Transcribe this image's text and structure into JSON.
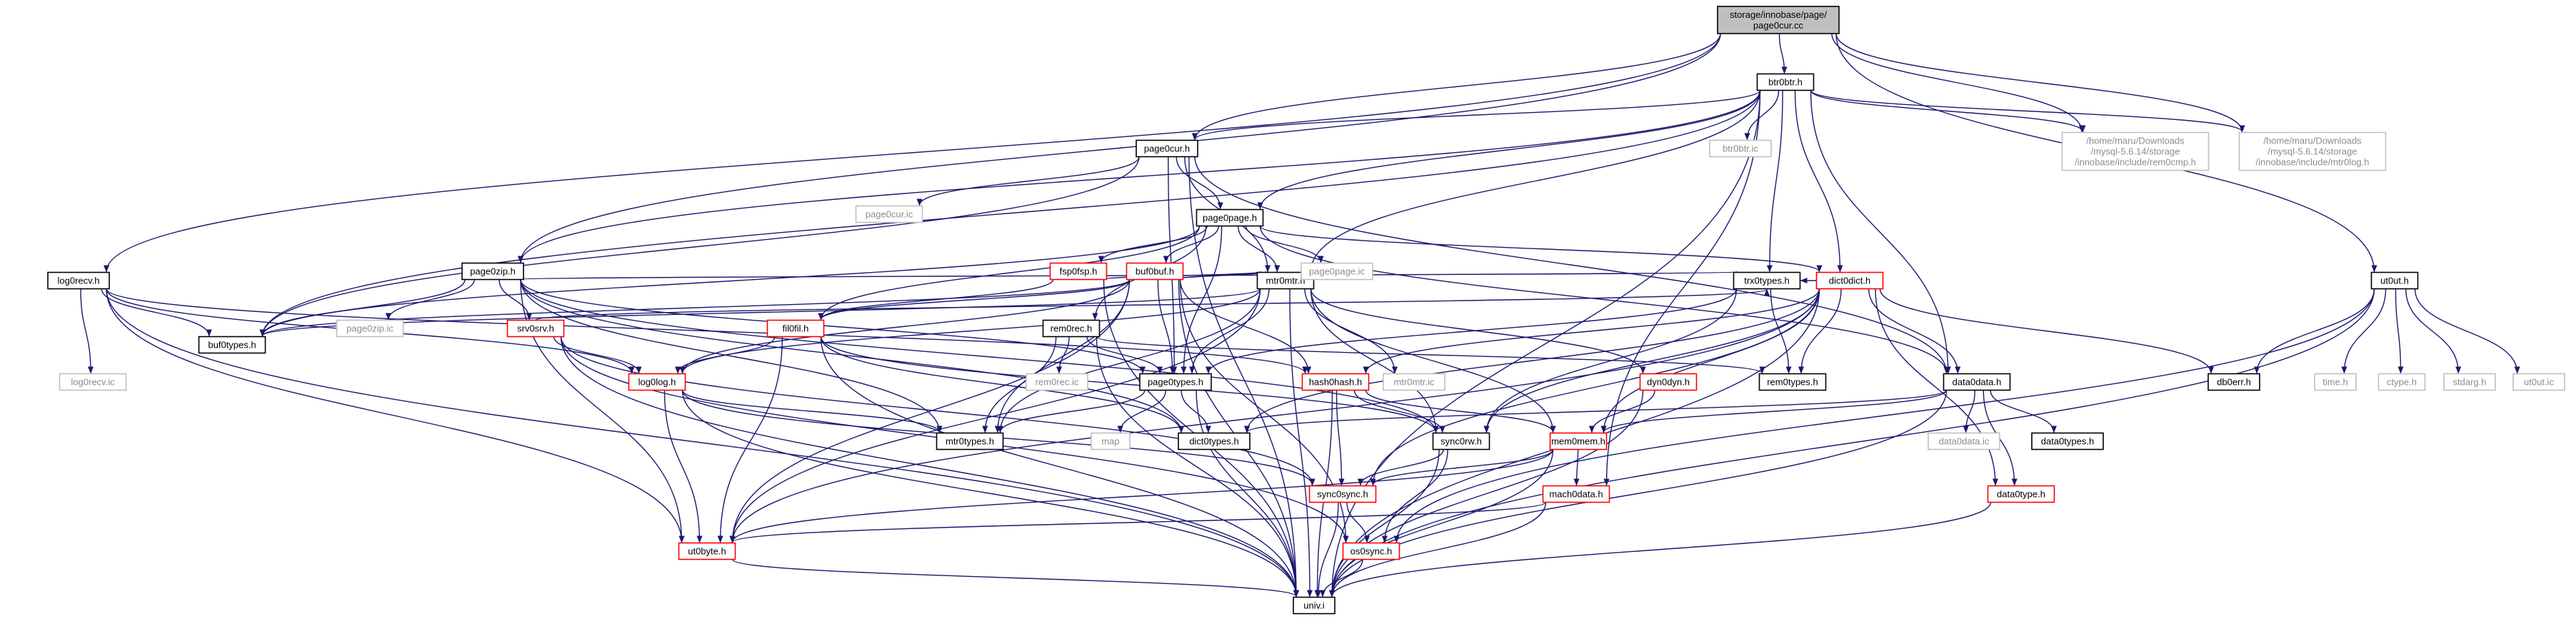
{
  "diagram": {
    "colors": {
      "edge": "#191970",
      "normal_border": "#000000",
      "missing_border": "#ff0000",
      "external_border": "#bfbfbf",
      "highlight_fill": "#bfbfbf",
      "normal_text": "#000000",
      "external_text": "#8c8c8c"
    },
    "nodes": [
      {
        "id": "root",
        "kind": "highlight",
        "lines": [
          "storage/innobase/page/",
          "page0cur.cc"
        ]
      },
      {
        "id": "btr0btr_h",
        "kind": "normal",
        "lines": [
          "btr0btr.h"
        ]
      },
      {
        "id": "page0cur_h",
        "kind": "normal",
        "lines": [
          "page0cur.h"
        ]
      },
      {
        "id": "page0page_h",
        "kind": "normal",
        "lines": [
          "page0page.h"
        ]
      },
      {
        "id": "page0zip_h",
        "kind": "normal",
        "lines": [
          "page0zip.h"
        ]
      },
      {
        "id": "log0recv_h",
        "kind": "normal",
        "lines": [
          "log0recv.h"
        ]
      },
      {
        "id": "ut0ut_h",
        "kind": "normal",
        "lines": [
          "ut0ut.h"
        ]
      },
      {
        "id": "mtr0mtr_h",
        "kind": "normal",
        "lines": [
          "mtr0mtr.h"
        ]
      },
      {
        "id": "trx0types_h",
        "kind": "normal",
        "lines": [
          "trx0types.h"
        ]
      },
      {
        "id": "dict0dict_h",
        "kind": "missing",
        "lines": [
          "dict0dict.h"
        ]
      },
      {
        "id": "fsp0fsp_h",
        "kind": "missing",
        "lines": [
          "fsp0fsp.h"
        ]
      },
      {
        "id": "buf0buf_h",
        "kind": "missing",
        "lines": [
          "buf0buf.h"
        ]
      },
      {
        "id": "srv0srv_h",
        "kind": "missing",
        "lines": [
          "srv0srv.h"
        ]
      },
      {
        "id": "fil0fil_h",
        "kind": "missing",
        "lines": [
          "fil0fil.h"
        ]
      },
      {
        "id": "rem0rec_h",
        "kind": "normal",
        "lines": [
          "rem0rec.h"
        ]
      },
      {
        "id": "buf0types_h",
        "kind": "normal",
        "lines": [
          "buf0types.h"
        ]
      },
      {
        "id": "log0log_h",
        "kind": "missing",
        "lines": [
          "log0log.h"
        ]
      },
      {
        "id": "page0types_h",
        "kind": "normal",
        "lines": [
          "page0types.h"
        ]
      },
      {
        "id": "hash0hash_h",
        "kind": "missing",
        "lines": [
          "hash0hash.h"
        ]
      },
      {
        "id": "dyn0dyn_h",
        "kind": "missing",
        "lines": [
          "dyn0dyn.h"
        ]
      },
      {
        "id": "rem0types_h",
        "kind": "normal",
        "lines": [
          "rem0types.h"
        ]
      },
      {
        "id": "data0data_h",
        "kind": "normal",
        "lines": [
          "data0data.h"
        ]
      },
      {
        "id": "db0err_h",
        "kind": "normal",
        "lines": [
          "db0err.h"
        ]
      },
      {
        "id": "mtr0types_h",
        "kind": "normal",
        "lines": [
          "mtr0types.h"
        ]
      },
      {
        "id": "dict0types_h",
        "kind": "normal",
        "lines": [
          "dict0types.h"
        ]
      },
      {
        "id": "sync0rw_h",
        "kind": "normal",
        "lines": [
          "sync0rw.h"
        ]
      },
      {
        "id": "mem0mem_h",
        "kind": "missing",
        "lines": [
          "mem0mem.h"
        ]
      },
      {
        "id": "data0types_h",
        "kind": "normal",
        "lines": [
          "data0types.h"
        ]
      },
      {
        "id": "data0type_h",
        "kind": "missing",
        "lines": [
          "data0type.h"
        ]
      },
      {
        "id": "mach0data_h",
        "kind": "missing",
        "lines": [
          "mach0data.h"
        ]
      },
      {
        "id": "sync0sync_h",
        "kind": "missing",
        "lines": [
          "sync0sync.h"
        ]
      },
      {
        "id": "ut0byte_h",
        "kind": "missing",
        "lines": [
          "ut0byte.h"
        ]
      },
      {
        "id": "os0sync_h",
        "kind": "missing",
        "lines": [
          "os0sync.h"
        ]
      },
      {
        "id": "univ_i",
        "kind": "normal",
        "lines": [
          "univ.i"
        ]
      },
      {
        "id": "page0cur_ic",
        "kind": "external",
        "lines": [
          "page0cur.ic"
        ]
      },
      {
        "id": "btr0btr_ic",
        "kind": "external",
        "lines": [
          "btr0btr.ic"
        ]
      },
      {
        "id": "rem0cmp_h",
        "kind": "external",
        "lines": [
          "/home/maru/Downloads",
          "/mysql-5.6.14/storage",
          "/innobase/include/rem0cmp.h"
        ]
      },
      {
        "id": "mtr0log_h",
        "kind": "external",
        "lines": [
          "/home/maru/Downloads",
          "/mysql-5.6.14/storage",
          "/innobase/include/mtr0log.h"
        ]
      },
      {
        "id": "page0page_ic",
        "kind": "external",
        "lines": [
          "page0page.ic"
        ]
      },
      {
        "id": "page0zip_ic",
        "kind": "external",
        "lines": [
          "page0zip.ic"
        ]
      },
      {
        "id": "log0recv_ic",
        "kind": "external",
        "lines": [
          "log0recv.ic"
        ]
      },
      {
        "id": "rem0rec_ic",
        "kind": "external",
        "lines": [
          "rem0rec.ic"
        ]
      },
      {
        "id": "mtr0mtr_ic",
        "kind": "external",
        "lines": [
          "mtr0mtr.ic"
        ]
      },
      {
        "id": "map",
        "kind": "external",
        "lines": [
          "map"
        ]
      },
      {
        "id": "data0data_ic",
        "kind": "external",
        "lines": [
          "data0data.ic"
        ]
      },
      {
        "id": "time_h",
        "kind": "external",
        "lines": [
          "time.h"
        ]
      },
      {
        "id": "ctype_h",
        "kind": "external",
        "lines": [
          "ctype.h"
        ]
      },
      {
        "id": "stdarg_h",
        "kind": "external",
        "lines": [
          "stdarg.h"
        ]
      },
      {
        "id": "ut0ut_ic",
        "kind": "external",
        "lines": [
          "ut0ut.ic"
        ]
      }
    ],
    "edges": [
      [
        "root",
        "btr0btr_h"
      ],
      [
        "root",
        "page0cur_h"
      ],
      [
        "root",
        "page0zip_h"
      ],
      [
        "root",
        "log0recv_h"
      ],
      [
        "root",
        "ut0ut_h"
      ],
      [
        "root",
        "rem0cmp_h"
      ],
      [
        "root",
        "mtr0log_h"
      ],
      [
        "btr0btr_h",
        "page0cur_h"
      ],
      [
        "btr0btr_h",
        "page0page_h"
      ],
      [
        "btr0btr_h",
        "page0zip_h"
      ],
      [
        "btr0btr_h",
        "mtr0mtr_h"
      ],
      [
        "btr0btr_h",
        "btr0btr_ic"
      ],
      [
        "btr0btr_h",
        "rem0cmp_h"
      ],
      [
        "btr0btr_h",
        "mtr0log_h"
      ],
      [
        "btr0btr_h",
        "trx0types_h"
      ],
      [
        "btr0btr_h",
        "dict0dict_h"
      ],
      [
        "btr0btr_h",
        "data0data_h"
      ],
      [
        "btr0btr_h",
        "buf0types_h"
      ],
      [
        "btr0btr_h",
        "mach0data_h"
      ],
      [
        "btr0btr_h",
        "univ_i"
      ],
      [
        "page0cur_h",
        "page0page_h"
      ],
      [
        "page0cur_h",
        "page0cur_ic"
      ],
      [
        "page0cur_h",
        "page0types_h"
      ],
      [
        "page0cur_h",
        "mtr0mtr_h"
      ],
      [
        "page0cur_h",
        "data0data_h"
      ],
      [
        "page0cur_h",
        "buf0types_h"
      ],
      [
        "page0cur_h",
        "univ_i"
      ],
      [
        "page0page_h",
        "page0page_ic"
      ],
      [
        "page0page_h",
        "fsp0fsp_h"
      ],
      [
        "page0page_h",
        "buf0buf_h"
      ],
      [
        "page0page_h",
        "fil0fil_h"
      ],
      [
        "page0page_h",
        "rem0rec_h"
      ],
      [
        "page0page_h",
        "mtr0mtr_h"
      ],
      [
        "page0page_h",
        "page0types_h"
      ],
      [
        "page0page_h",
        "dict0dict_h"
      ],
      [
        "page0page_h",
        "data0data_h"
      ],
      [
        "page0page_h",
        "buf0types_h"
      ],
      [
        "page0zip_h",
        "page0zip_ic"
      ],
      [
        "page0zip_h",
        "srv0srv_h"
      ],
      [
        "page0zip_h",
        "trx0types_h"
      ],
      [
        "page0zip_h",
        "buf0types_h"
      ],
      [
        "page0zip_h",
        "page0types_h"
      ],
      [
        "page0zip_h",
        "mtr0types_h"
      ],
      [
        "page0zip_h",
        "dict0types_h"
      ],
      [
        "page0zip_h",
        "ut0byte_h"
      ],
      [
        "page0zip_h",
        "sync0rw_h"
      ],
      [
        "log0recv_h",
        "log0recv_ic"
      ],
      [
        "log0recv_h",
        "buf0types_h"
      ],
      [
        "log0recv_h",
        "log0log_h"
      ],
      [
        "log0recv_h",
        "hash0hash_h"
      ],
      [
        "log0recv_h",
        "ut0byte_h"
      ],
      [
        "log0recv_h",
        "univ_i"
      ],
      [
        "ut0ut_h",
        "db0err_h"
      ],
      [
        "ut0ut_h",
        "time_h"
      ],
      [
        "ut0ut_h",
        "ctype_h"
      ],
      [
        "ut0ut_h",
        "stdarg_h"
      ],
      [
        "ut0ut_h",
        "ut0ut_ic"
      ],
      [
        "ut0ut_h",
        "os0sync_h"
      ],
      [
        "ut0ut_h",
        "univ_i"
      ],
      [
        "mtr0mtr_h",
        "mtr0mtr_ic"
      ],
      [
        "mtr0mtr_h",
        "page0types_h"
      ],
      [
        "mtr0mtr_h",
        "log0log_h"
      ],
      [
        "mtr0mtr_h",
        "buf0types_h"
      ],
      [
        "mtr0mtr_h",
        "mtr0types_h"
      ],
      [
        "mtr0mtr_h",
        "dyn0dyn_h"
      ],
      [
        "mtr0mtr_h",
        "sync0rw_h"
      ],
      [
        "mtr0mtr_h",
        "mem0mem_h"
      ],
      [
        "mtr0mtr_h",
        "ut0byte_h"
      ],
      [
        "mtr0mtr_h",
        "univ_i"
      ],
      [
        "trx0types_h",
        "page0types_h"
      ],
      [
        "trx0types_h",
        "rem0types_h"
      ],
      [
        "trx0types_h",
        "sync0rw_h"
      ],
      [
        "dict0dict_h",
        "data0data_h"
      ],
      [
        "dict0dict_h",
        "db0err_h"
      ],
      [
        "dict0dict_h",
        "rem0types_h"
      ],
      [
        "dict0dict_h",
        "hash0hash_h"
      ],
      [
        "dict0dict_h",
        "dict0types_h"
      ],
      [
        "dict0dict_h",
        "sync0rw_h"
      ],
      [
        "dict0dict_h",
        "mem0mem_h"
      ],
      [
        "dict0dict_h",
        "data0type_h"
      ],
      [
        "dict0dict_h",
        "sync0sync_h"
      ],
      [
        "dict0dict_h",
        "ut0byte_h"
      ],
      [
        "dict0dict_h",
        "trx0types_h"
      ],
      [
        "dict0dict_h",
        "univ_i"
      ],
      [
        "fsp0fsp_h",
        "fil0fil_h"
      ],
      [
        "fsp0fsp_h",
        "mtr0mtr_h"
      ],
      [
        "fsp0fsp_h",
        "univ_i"
      ],
      [
        "buf0buf_h",
        "fil0fil_h"
      ],
      [
        "buf0buf_h",
        "mtr0mtr_h"
      ],
      [
        "buf0buf_h",
        "hash0hash_h"
      ],
      [
        "buf0buf_h",
        "buf0types_h"
      ],
      [
        "buf0buf_h",
        "log0log_h"
      ],
      [
        "buf0buf_h",
        "page0types_h"
      ],
      [
        "buf0buf_h",
        "mtr0types_h"
      ],
      [
        "buf0buf_h",
        "os0sync_h"
      ],
      [
        "buf0buf_h",
        "ut0byte_h"
      ],
      [
        "buf0buf_h",
        "univ_i"
      ],
      [
        "srv0srv_h",
        "log0log_h"
      ],
      [
        "srv0srv_h",
        "trx0types_h"
      ],
      [
        "srv0srv_h",
        "sync0sync_h"
      ],
      [
        "srv0srv_h",
        "os0sync_h"
      ],
      [
        "srv0srv_h",
        "univ_i"
      ],
      [
        "fil0fil_h",
        "dict0types_h"
      ],
      [
        "fil0fil_h",
        "log0log_h"
      ],
      [
        "fil0fil_h",
        "ut0byte_h"
      ],
      [
        "fil0fil_h",
        "sync0rw_h"
      ],
      [
        "fil0fil_h",
        "univ_i"
      ],
      [
        "rem0rec_h",
        "rem0rec_ic"
      ],
      [
        "rem0rec_h",
        "rem0types_h"
      ],
      [
        "rem0rec_h",
        "page0types_h"
      ],
      [
        "rem0rec_h",
        "mtr0types_h"
      ],
      [
        "rem0rec_h",
        "univ_i"
      ],
      [
        "log0log_h",
        "mtr0types_h"
      ],
      [
        "log0log_h",
        "sync0sync_h"
      ],
      [
        "log0log_h",
        "ut0byte_h"
      ],
      [
        "log0log_h",
        "univ_i"
      ],
      [
        "page0types_h",
        "map"
      ],
      [
        "page0types_h",
        "dict0types_h"
      ],
      [
        "page0types_h",
        "mtr0types_h"
      ],
      [
        "page0types_h",
        "univ_i"
      ],
      [
        "hash0hash_h",
        "mem0mem_h"
      ],
      [
        "hash0hash_h",
        "sync0rw_h"
      ],
      [
        "hash0hash_h",
        "sync0sync_h"
      ],
      [
        "hash0hash_h",
        "univ_i"
      ],
      [
        "dyn0dyn_h",
        "mem0mem_h"
      ],
      [
        "dyn0dyn_h",
        "univ_i"
      ],
      [
        "data0data_h",
        "data0data_ic"
      ],
      [
        "data0data_h",
        "data0types_h"
      ],
      [
        "data0data_h",
        "data0type_h"
      ],
      [
        "data0data_h",
        "dict0types_h"
      ],
      [
        "data0data_h",
        "mem0mem_h"
      ],
      [
        "data0data_h",
        "univ_i"
      ],
      [
        "sync0rw_h",
        "sync0sync_h"
      ],
      [
        "sync0rw_h",
        "os0sync_h"
      ],
      [
        "sync0rw_h",
        "univ_i"
      ],
      [
        "mem0mem_h",
        "mach0data_h"
      ],
      [
        "mem0mem_h",
        "sync0sync_h"
      ],
      [
        "mem0mem_h",
        "ut0byte_h"
      ],
      [
        "mem0mem_h",
        "univ_i"
      ],
      [
        "data0type_h",
        "univ_i"
      ],
      [
        "mach0data_h",
        "ut0byte_h"
      ],
      [
        "mach0data_h",
        "univ_i"
      ],
      [
        "sync0sync_h",
        "os0sync_h"
      ],
      [
        "sync0sync_h",
        "univ_i"
      ],
      [
        "ut0byte_h",
        "univ_i"
      ],
      [
        "os0sync_h",
        "univ_i"
      ]
    ]
  }
}
